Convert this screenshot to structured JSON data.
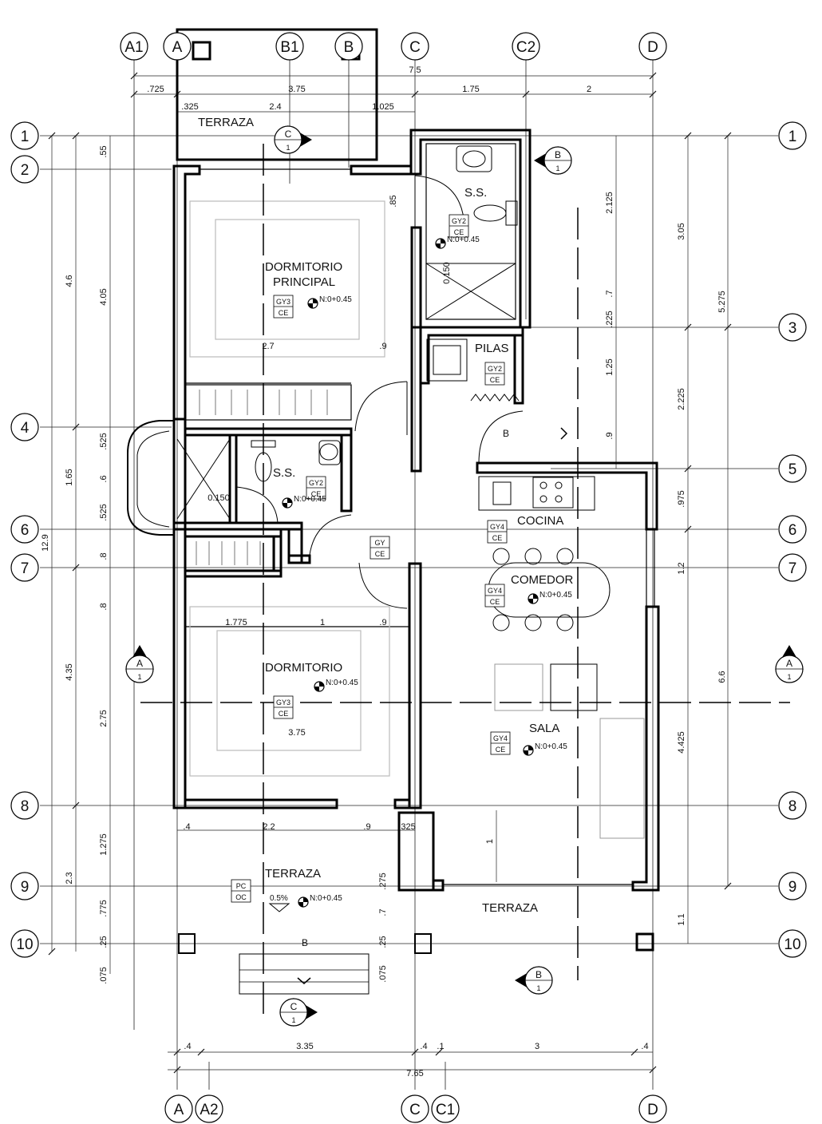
{
  "grid": {
    "top": [
      "A1",
      "A",
      "B1",
      "B",
      "C",
      "C2",
      "D"
    ],
    "bottom": [
      "A",
      "A2",
      "C",
      "C1",
      "D"
    ],
    "left": [
      "1",
      "2",
      "4",
      "6",
      "7",
      "8",
      "9",
      "10"
    ],
    "right": [
      "1",
      "3",
      "5",
      "6",
      "7",
      "8",
      "9",
      "10"
    ]
  },
  "rooms": {
    "terraza_top": "TERRAZA",
    "ss_master": "S.S.",
    "dorm_principal_1": "DORMITORIO",
    "dorm_principal_2": "PRINCIPAL",
    "pilas": "PILAS",
    "ss_2": "S.S.",
    "cocina": "COCINA",
    "comedor": "COMEDOR",
    "dormitorio": "DORMITORIO",
    "sala": "SALA",
    "terraza_front": "TERRAZA",
    "terraza_right": "TERRAZA"
  },
  "tags": [
    {
      "top": "GY3",
      "bottom": "CE"
    },
    {
      "top": "GY2",
      "bottom": "CE"
    },
    {
      "top": "GY2",
      "bottom": "CE"
    },
    {
      "top": "GY2",
      "bottom": "CE"
    },
    {
      "top": "GY4",
      "bottom": "CE"
    },
    {
      "top": "GY",
      "bottom": "CE"
    },
    {
      "top": "GY4",
      "bottom": "CE"
    },
    {
      "top": "GY3",
      "bottom": "CE"
    },
    {
      "top": "GY4",
      "bottom": "CE"
    },
    {
      "top": "PC",
      "bottom": "OC"
    }
  ],
  "levels": [
    "N:0+0.45",
    "N:0+0.45",
    "N:0+0.45",
    "N:0+0.45",
    "N:0+0.45",
    "N:0+0.45",
    "N:0+0.45"
  ],
  "slope": "0.5%",
  "sections": {
    "a_letter": "A",
    "a_num": "1",
    "b_letter": "B",
    "b_num": "1",
    "c_letter": "C",
    "c_num": "1",
    "stair": "B"
  },
  "dims": {
    "top_total": "7.5",
    "top_1": ".725",
    "top_2": "3.75",
    "top_3": "1.75",
    "top_4": "2",
    "top_5": ".325",
    "top_6": "2.4",
    "top_7": "1.025",
    "left_total": "12.9",
    "left_a1": "4.6",
    "left_a2": "1.65",
    "left_a3": "4.35",
    "left_a4": "2.3",
    "left_b1": ".55",
    "left_b2": "4.05",
    "left_b3": ".525",
    "left_b4": ".6",
    "left_b5": ".525",
    "left_b6": ".8",
    "left_b7": ".8",
    "left_b8": "2.75",
    "left_b9": "1.275",
    "left_b10": ".775",
    "left_b11": ".25",
    "left_b12": ".075",
    "right_a1": "5.275",
    "right_a2": "6.6",
    "right_b1": "3.05",
    "right_b2": "2.225",
    "right_b3": ".975",
    "right_b4": "1.2",
    "right_b5": "4.425",
    "right_b6": "1.1",
    "right_c1": "2.125",
    "right_c2": ".7",
    "right_c3": ".225",
    "right_c4": "1.25",
    "right_c5": ".9",
    "bottom_total": "7.65",
    "bottom_1": ".4",
    "bottom_2": "3.35",
    "bottom_3": ".4",
    "bottom_4": ".1",
    "bottom_5": "3",
    "bottom_6": ".4",
    "in_1": ".85",
    "in_2": "0.150",
    "in_3": "2.7",
    "in_4": ".9",
    "in_5": "0.150",
    "in_6": "1.775",
    "in_7": "1",
    "in_8": ".9",
    "in_9": "3.75",
    "in_10": ".4",
    "in_11": "2.2",
    "in_12": ".9",
    "in_13": ".325",
    "in_14": "1",
    "in_15": ".275",
    "in_16": ".7",
    "in_17": ".25",
    "in_18": ".075"
  }
}
